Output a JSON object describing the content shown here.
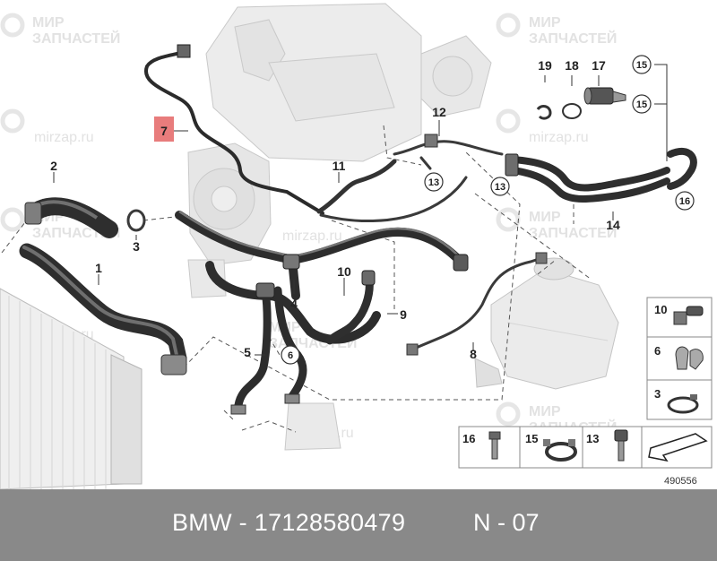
{
  "diagram": {
    "callouts": [
      "1",
      "2",
      "3",
      "4",
      "5",
      "6",
      "7",
      "8",
      "9",
      "10",
      "11",
      "12",
      "13",
      "13",
      "14",
      "15",
      "15",
      "16",
      "17",
      "18",
      "19"
    ],
    "legend": [
      {
        "number": "10",
        "icon": "hose-clip-icon"
      },
      {
        "number": "6",
        "icon": "bracket-clip-icon"
      },
      {
        "number": "3",
        "icon": "hose-clamp-icon"
      },
      {
        "number": "16",
        "icon": "bolt-icon"
      },
      {
        "number": "15",
        "icon": "spring-clamp-icon"
      },
      {
        "number": "13",
        "icon": "screw-icon"
      }
    ],
    "drawing_number": "490556",
    "highlight_color": "#e87c7c",
    "watermark_lines": [
      "МИР",
      "ЗАПЧАСТЕЙ",
      "mirzap.ru"
    ]
  },
  "footer": {
    "title": "BMW - 17128580479",
    "code": "N - 07"
  }
}
